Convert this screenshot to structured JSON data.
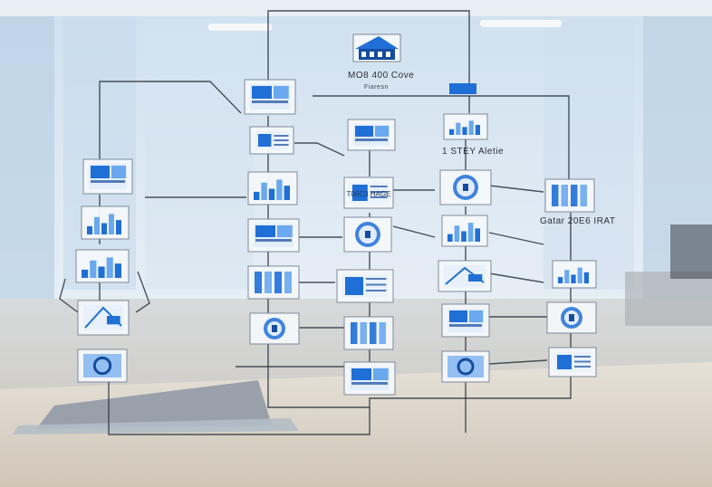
{
  "labels": {
    "top_title": "MO8 400 Cove",
    "top_sub": "Fiaresn",
    "mid_right": "1 STEY  Aletie",
    "right_group": "Gatar 20E6 IRAT"
  },
  "node_texts": {
    "center_mid": "T06C3 HAGE"
  },
  "icons": [
    "building-icon",
    "dashboard-icon",
    "document-icon",
    "bar-chart-icon",
    "flow-icon",
    "globe-icon",
    "server-icon",
    "gear-icon"
  ],
  "colors": {
    "line": "#2d3640",
    "node_border": "#7a8796",
    "node_fill": "#f5f8fb",
    "accent": "#1f6fd6",
    "accent_light": "#6aa8ef",
    "accent_dark": "#144c9e"
  }
}
